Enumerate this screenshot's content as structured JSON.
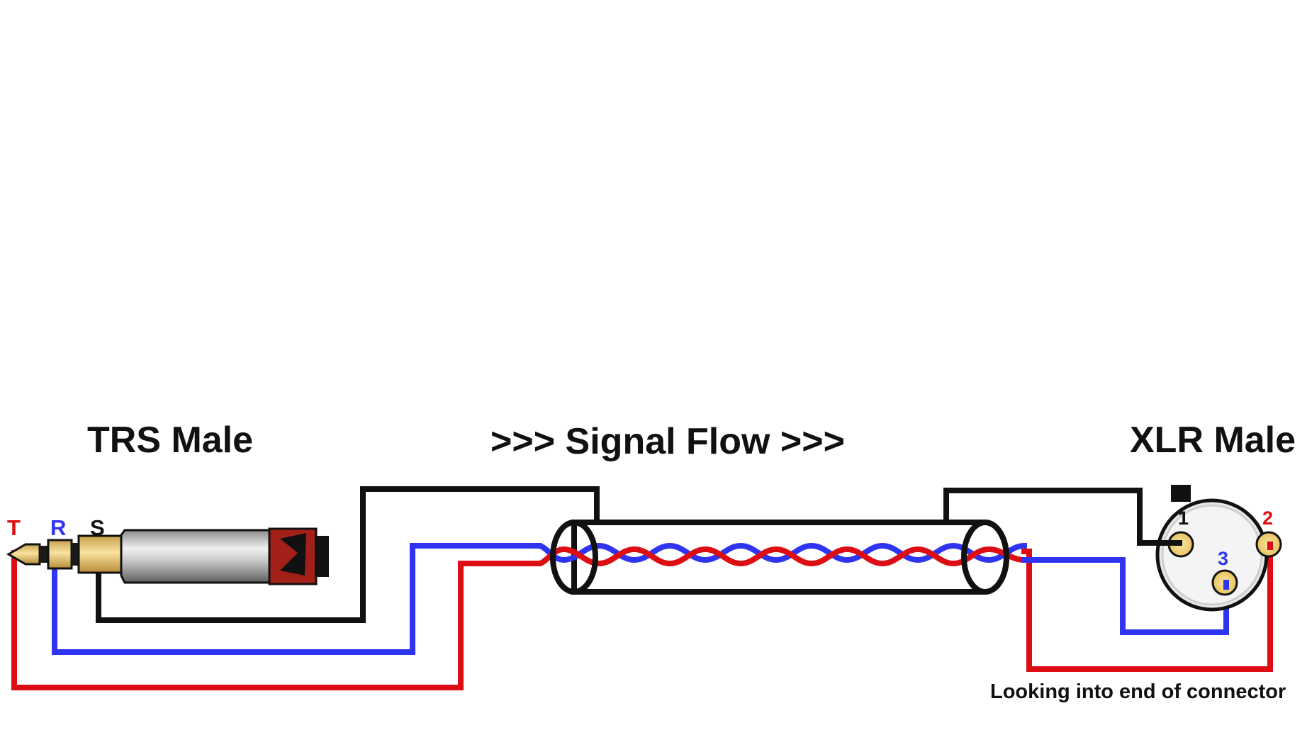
{
  "labels": {
    "trs_title": "TRS Male",
    "signal_flow": ">>> Signal Flow >>>",
    "xlr_title": "XLR Male",
    "note": "Looking into end of connector"
  },
  "trs_pins": {
    "tip": "T",
    "ring": "R",
    "sleeve": "S"
  },
  "xlr_pins": {
    "pin1": "1",
    "pin2": "2",
    "pin3": "3"
  },
  "colors": {
    "tip_wire": "#dd0d14",
    "ring_wire": "#2f34f0",
    "shield_wire": "#111111",
    "pin_gold": "#f3d37a",
    "boot_red": "#a32019"
  },
  "icons": {
    "trs_plug": "trs-plug-icon",
    "xlr_connector": "xlr-male-face-icon",
    "cable": "shielded-twisted-pair-cable-icon"
  }
}
